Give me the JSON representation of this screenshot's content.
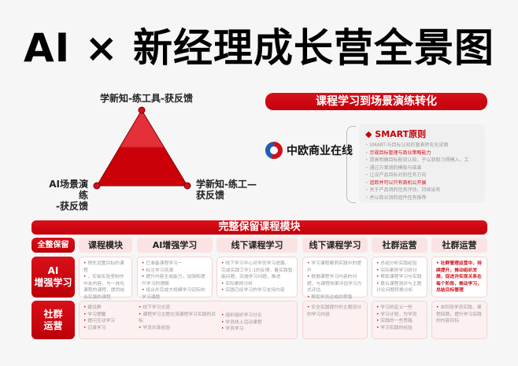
{
  "title": "AI × 新经理成长营全景图",
  "triangle": {
    "top": "学新知-练工具-获反馈",
    "left": [
      "AI场景演练",
      "-获反馈"
    ],
    "right": [
      "学新知-练工—",
      "获反馈"
    ]
  },
  "transform_banner": "课程学习到场景演练转化",
  "logo_text": "中欧商业在线",
  "smart": {
    "title": "SMART原则",
    "items": [
      "SMART-与目标认知的量表转化化说图",
      "示规目标管理与商业策略能力",
      "提高明确目标能效认知，于以获取习得模入，工",
      "通过方案测的模板与结果",
      "让设产品目标对的任务方向",
      "追踪并可以只有商机公开展",
      "关于产品测的任务评估，持续出有",
      "并以商业测的组件任务推荐"
    ]
  },
  "module_banner": "完整保留课程模块",
  "headers": [
    "全整保留",
    "课程模块",
    "AI增强学习",
    "线下课程学习",
    "线下课程学习",
    "社群运营",
    "社群运营"
  ],
  "rows": [
    {
      "label": "AI\n增强学习",
      "cells": [
        [
          "预先设置目标的课程",
          "，安装实验室制作中本内容，与一体化课程的课程，提供结合实践的课程"
        ],
        [
          "已准备课程学习一",
          "标注学习资源",
          "提升内容生成能力，加强和提升学习的理解",
          "组合并完成大规模学习实际的学习课题"
        ],
        [
          "线下学习中心对学员学习进展，完成实践工作1:1的反馈，着实践智能问题，实施学习问题，推进",
          "实际案例分析",
          "实践已经学习的学习支持内容"
        ],
        [
          "学习课程案例实践中的提升",
          "根据课程学习内容的问题，与课程效果评估学习方式评估",
          "帮助学员达成的思路"
        ],
        [
          "总结分析实践经验",
          "实际案例学习研讨",
          "帮助课程学习与实践",
          "联合课程测评与主题讨论问题转换分析"
        ],
        [
          "社群管理运营中，持续提升，推动组织发展，促进并实现关系在每个阶段，推动学习，总结目标管理"
        ]
      ]
    },
    {
      "label": "社群\n运营",
      "groups": [
        [
          "建设群",
          "学习提醒",
          "提问互动学习",
          "记录学习"
        ],
        [
          "线下学习交流",
          "课程学习主题交流课程学习实践的目标",
          "学员共享经验"
        ],
        [
          "组织组织学习讨论",
          "学员线上活动课程",
          "学员学习"
        ]
      ],
      "cells": [
        [
          "安全实践提升的主题设计的学习内容"
        ],
        [
          "学习的定义一些",
          "学习计划，为学员",
          "实践的一些思路",
          "学习实践的经验"
        ],
        [
          "本阶段学员实践，课程回顾，提升学习实践的内容目标"
        ]
      ]
    }
  ]
}
